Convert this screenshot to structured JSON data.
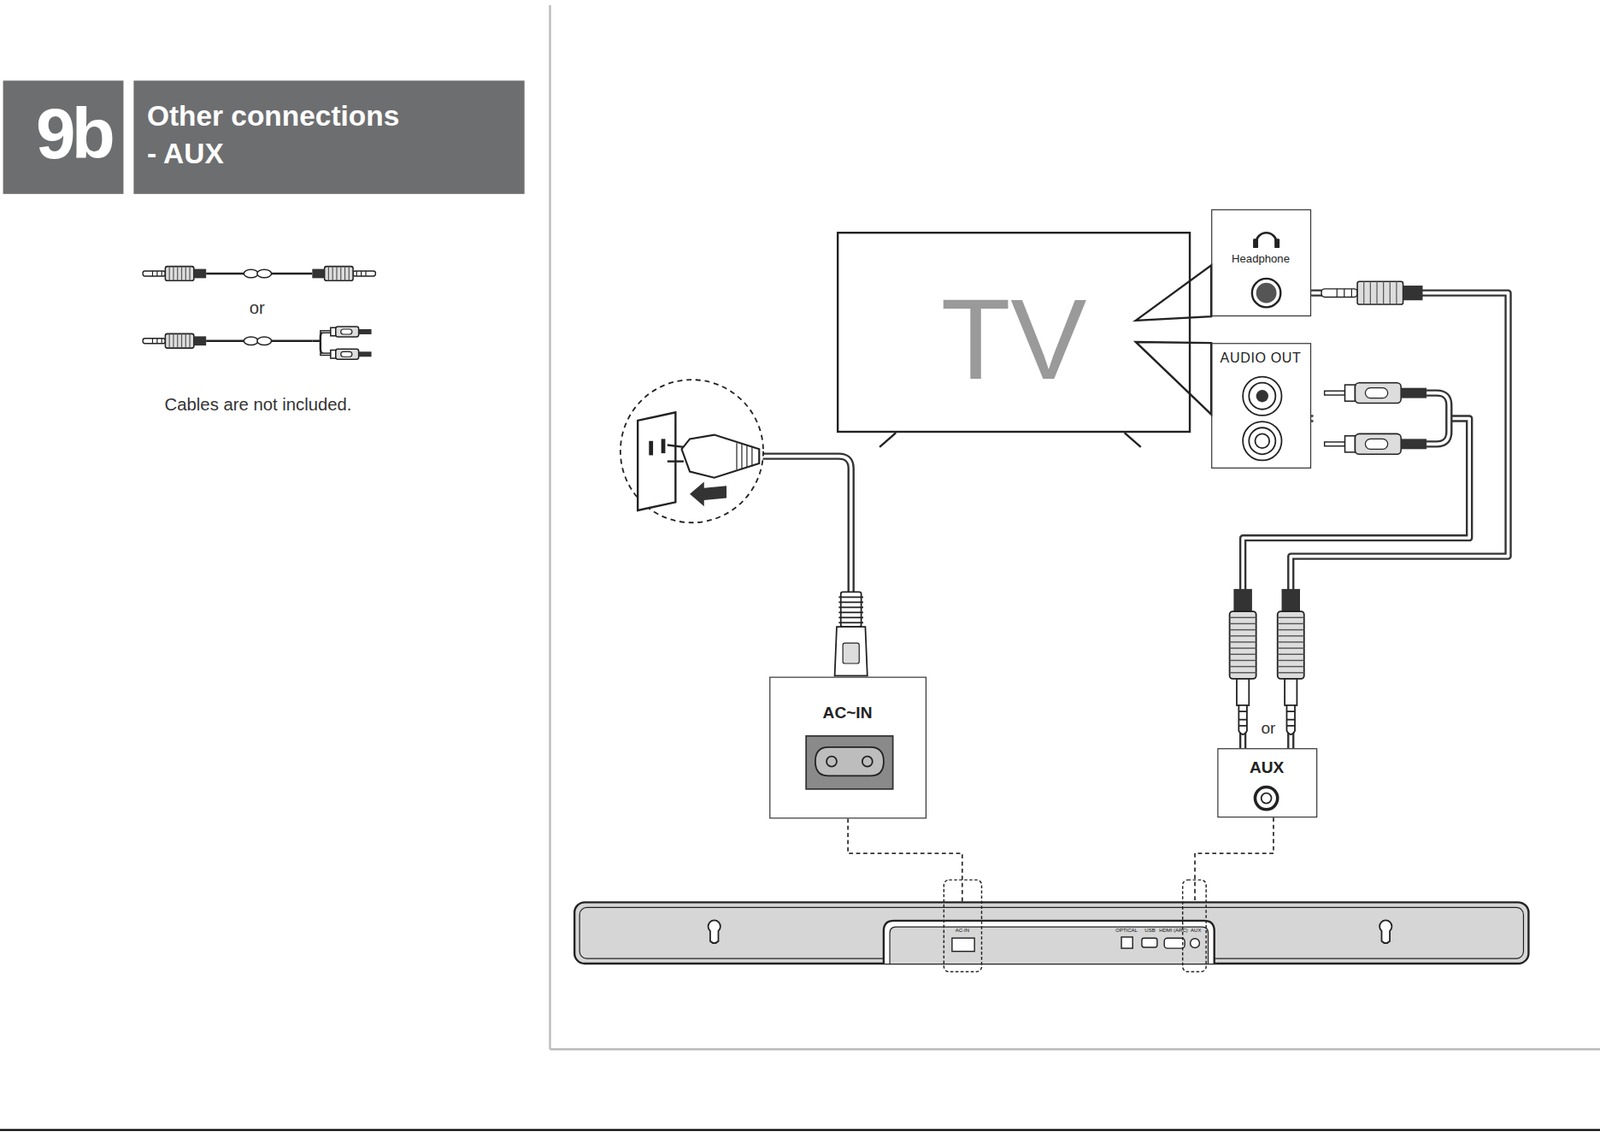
{
  "diagram": {
    "title": "Other connections - AUX",
    "nodes": [
      {
        "text": [
          "9b"
        ]
      },
      {
        "text": [
          "TV"
        ]
      },
      {
        "text": [
          "Headphone"
        ]
      },
      {
        "text": [
          "AUDIO OUT"
        ]
      },
      {
        "text": [
          "AC~IN"
        ]
      },
      {
        "text": [
          "AUX"
        ]
      },
      {
        "text": [
          "AC-IN",
          "OPTICAL",
          "USB",
          "HDMI (ARC)",
          "AUX"
        ]
      }
    ],
    "edges": [
      {
        "from": 1,
        "to": 2,
        "arrow": "none"
      },
      {
        "from": 1,
        "to": 3,
        "arrow": "none"
      },
      {
        "from": 2,
        "to": 5,
        "arrow": "none"
      },
      {
        "from": 3,
        "to": 5,
        "arrow": "none"
      },
      {
        "from": 4,
        "to": 6,
        "arrow": "none"
      },
      {
        "from": 5,
        "to": 6,
        "arrow": "none"
      }
    ],
    "labels": [
      "or",
      "Cables are not included.",
      "or"
    ]
  }
}
